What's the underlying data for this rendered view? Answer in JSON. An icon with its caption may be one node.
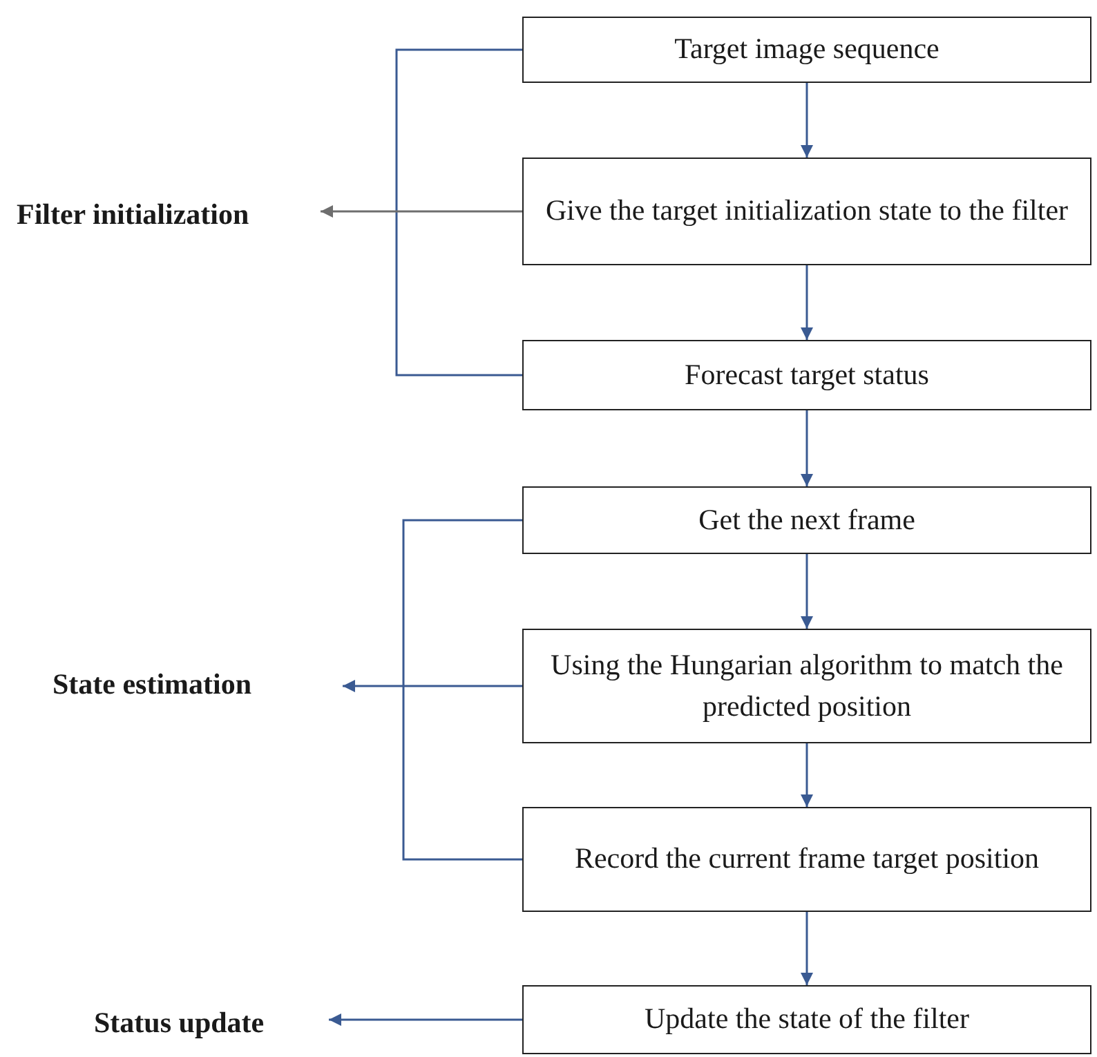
{
  "diagram": {
    "nodes": [
      {
        "text": [
          "Target image sequence"
        ]
      },
      {
        "text": [
          "Give the target initialization state to the filter"
        ]
      },
      {
        "text": [
          "Forecast target status"
        ]
      },
      {
        "text": [
          "Get the next frame"
        ]
      },
      {
        "text": [
          "Using the Hungarian algorithm to match the predicted position"
        ]
      },
      {
        "text": [
          "Record the current frame target position"
        ]
      },
      {
        "text": [
          "Update the state of the filter"
        ]
      },
      {
        "text": [
          "Filter initialization"
        ]
      },
      {
        "text": [
          "State estimation"
        ]
      },
      {
        "text": [
          "Status update"
        ]
      }
    ],
    "edges": [
      {
        "from": 0,
        "to": 1,
        "arrow": "to"
      },
      {
        "from": 1,
        "to": 2,
        "arrow": "to"
      },
      {
        "from": 2,
        "to": 3,
        "arrow": "to"
      },
      {
        "from": 3,
        "to": 4,
        "arrow": "to"
      },
      {
        "from": 4,
        "to": 5,
        "arrow": "to"
      },
      {
        "from": 5,
        "to": 6,
        "arrow": "to"
      },
      {
        "from": 1,
        "to": 7,
        "arrow": "to",
        "color": "#6e6e6e"
      },
      {
        "from": 4,
        "to": 8,
        "arrow": "to"
      },
      {
        "from": 6,
        "to": 9,
        "arrow": "to"
      }
    ]
  }
}
